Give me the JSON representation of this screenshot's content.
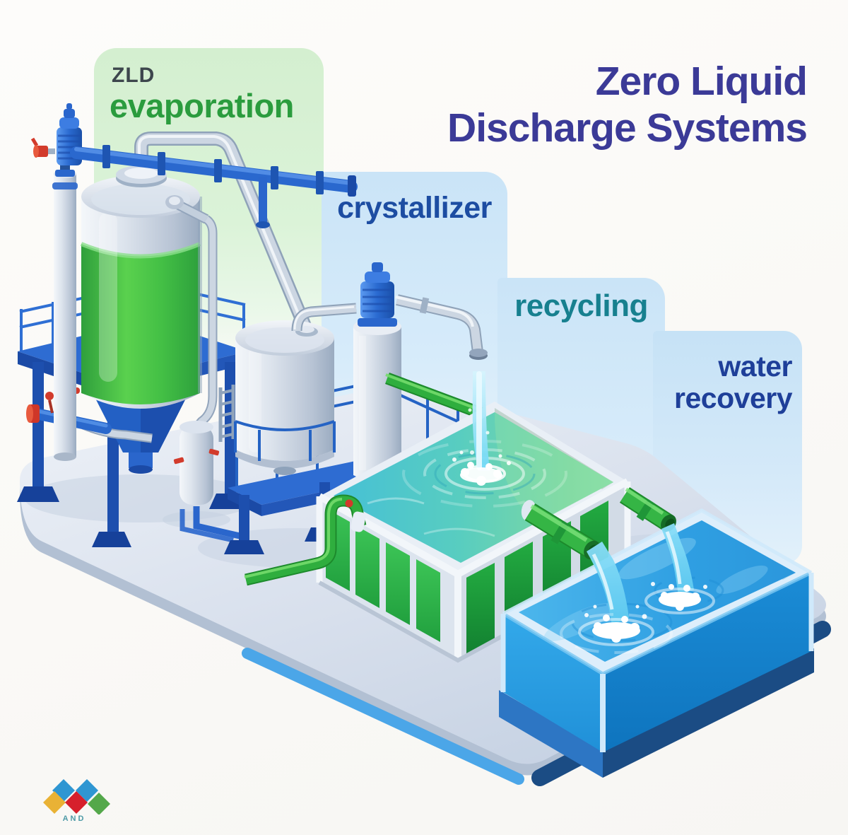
{
  "title": {
    "line1": "Zero Liquid",
    "line2": "Discharge Systems"
  },
  "labels": {
    "zld": "ZLD",
    "evaporation": "evaporation",
    "crystallizer": "crystallizer",
    "recycling": "recycling",
    "water_recovery_line1": "water",
    "water_recovery_line2": "recovery"
  },
  "logo": {
    "text": "AND"
  },
  "palette": {
    "title_text": "#3b3a97",
    "zld_text": "#3d464d",
    "evaporation_text": "#2b9c3e",
    "crystallizer_text": "#1d4da2",
    "recycling_text": "#17808f",
    "water_recovery_text": "#1e3f99",
    "panel_green": "#d8efd4",
    "panel_blue": "#cde5f7",
    "machine_blue": "#2a66cc",
    "pipe_green": "#2fae3e",
    "water_teal": "#4cc5da",
    "water_blue": "#41aee9",
    "logo_yellow": "#e9b235",
    "logo_blue": "#2f96d2",
    "logo_red": "#d6202c",
    "logo_green": "#54a84a",
    "logo_text": "#4d9aa6"
  }
}
